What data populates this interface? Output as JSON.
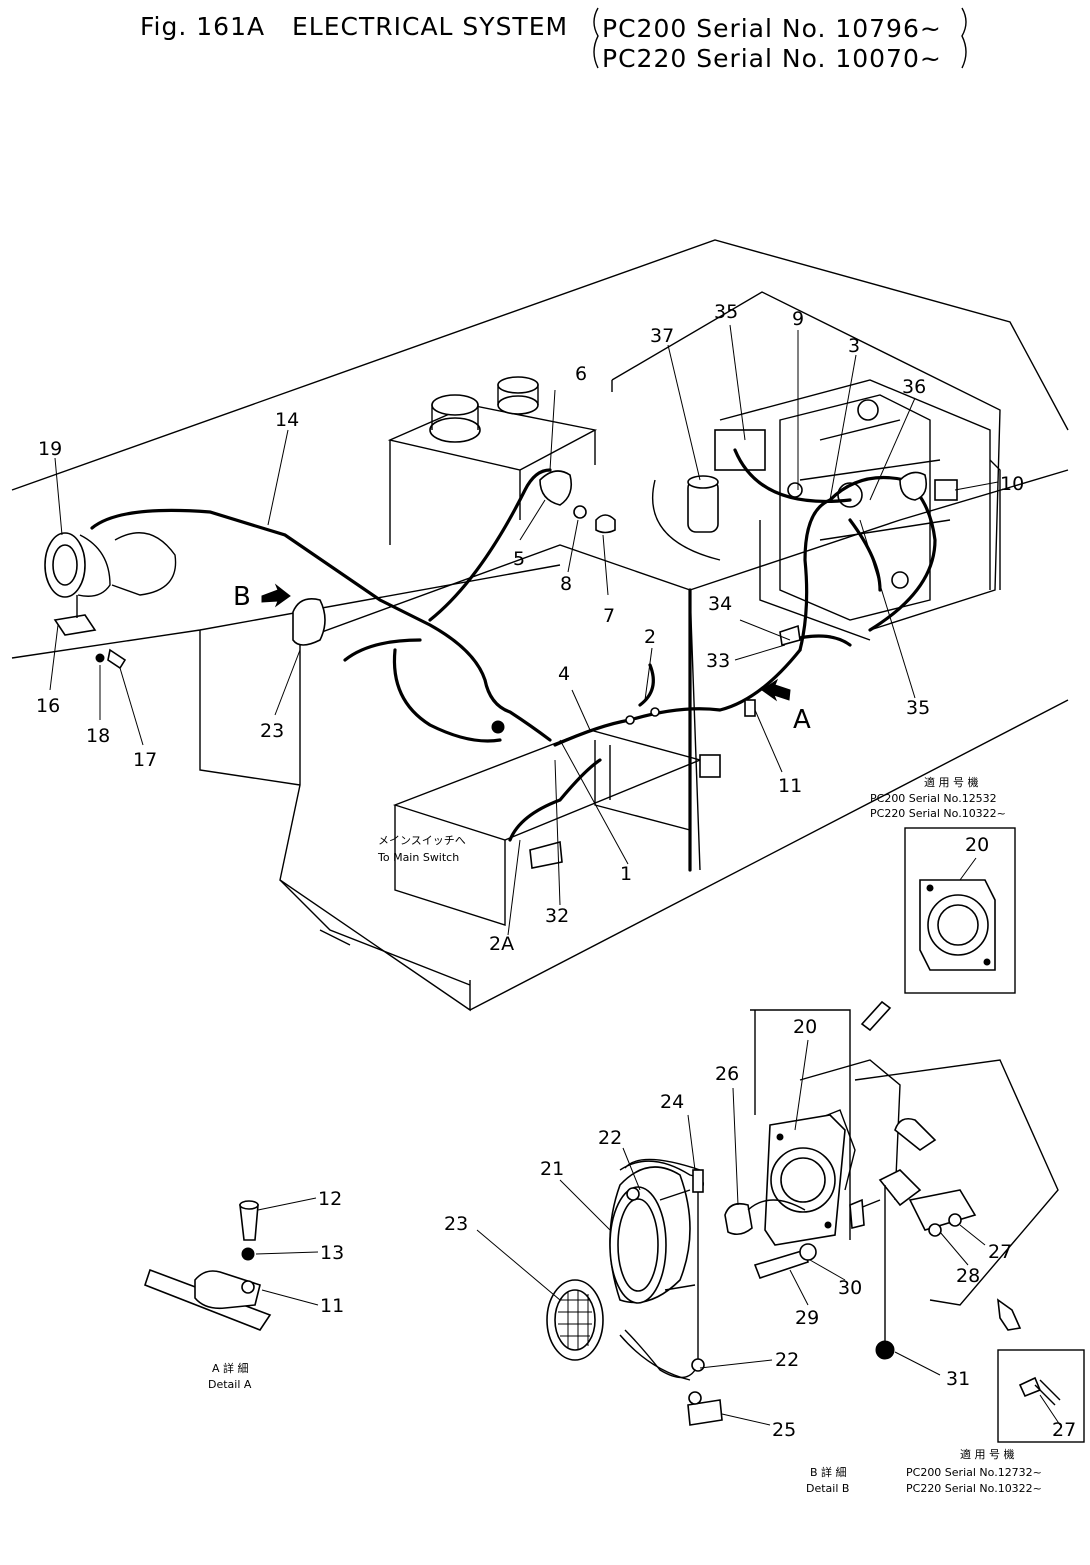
{
  "header": {
    "fig_no": "Fig. 161A",
    "title": "ELECTRICAL SYSTEM",
    "serial_pc200": "PC200 Serial No. 10796~",
    "serial_pc220": "PC220 Serial No. 10070~"
  },
  "notes": {
    "main_switch_jp": "メインスイッチへ",
    "main_switch_en": "To Main Switch",
    "detail_a_jp": "A 詳 細",
    "detail_a_en": "Detail A",
    "detail_b_jp": "B 詳 細",
    "detail_b_en": "Detail B",
    "applies_jp": "適 用 号 機",
    "inset_top_pc200": "PC200 Serial No.12532",
    "inset_top_pc220": "PC220 Serial No.10322~",
    "inset_bottom_pc200": "PC200 Serial No.12732~",
    "inset_bottom_pc220": "PC220 Serial No.10322~"
  },
  "arrows": {
    "a": "A",
    "b": "B"
  },
  "callouts": {
    "c1": "1",
    "c2": "2",
    "c2a": "2A",
    "c3": "3",
    "c4": "4",
    "c5": "5",
    "c6": "6",
    "c7": "7",
    "c8": "8",
    "c9": "9",
    "c10": "10",
    "c11a": "11",
    "c11b": "11",
    "c12": "12",
    "c13": "13",
    "c14": "14",
    "c16": "16",
    "c17": "17",
    "c18": "18",
    "c19": "19",
    "c20a": "20",
    "c20b": "20",
    "c21": "21",
    "c22a": "22",
    "c22b": "22",
    "c23a": "23",
    "c23b": "23",
    "c24": "24",
    "c25": "25",
    "c26": "26",
    "c27a": "27",
    "c27b": "27",
    "c28": "28",
    "c29": "29",
    "c30": "30",
    "c31": "31",
    "c32": "32",
    "c33": "33",
    "c34": "34",
    "c35a": "35",
    "c35b": "35",
    "c36": "36",
    "c37": "37"
  }
}
